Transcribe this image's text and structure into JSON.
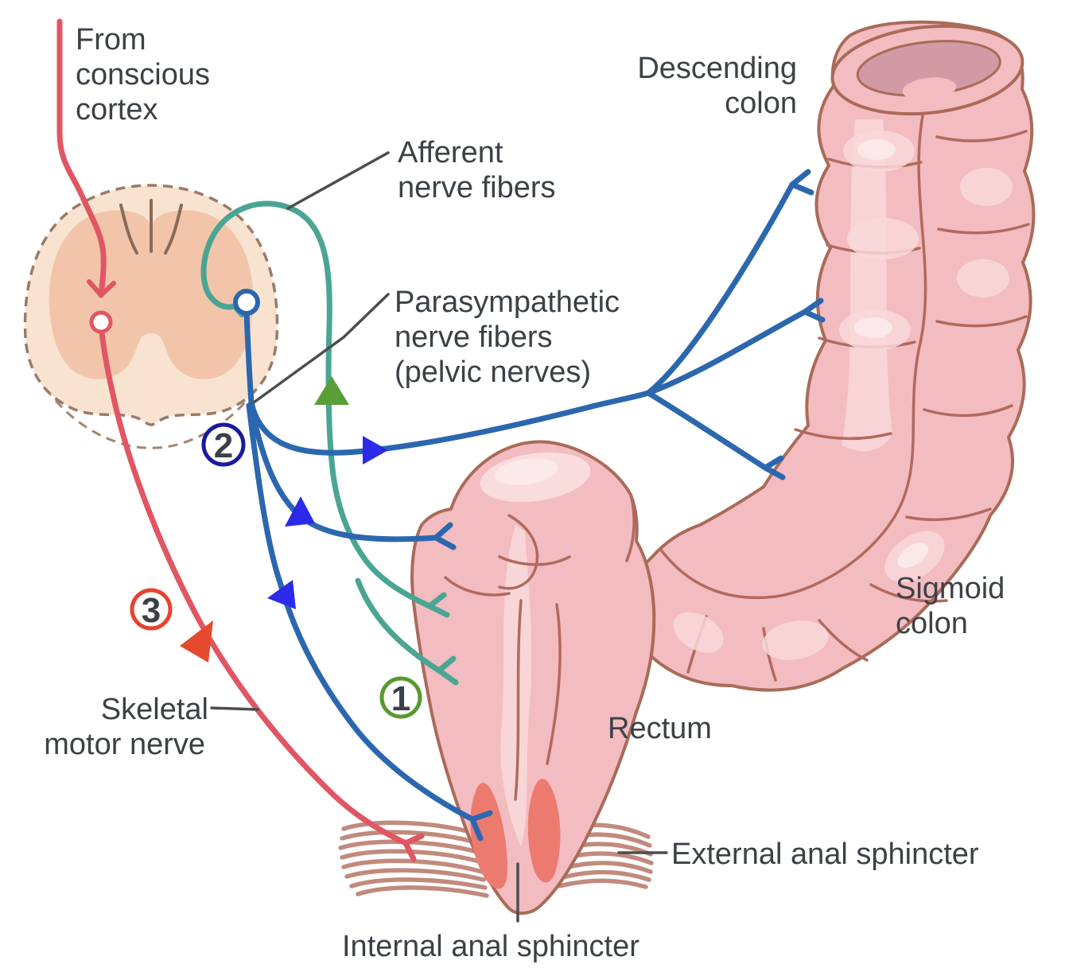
{
  "labels": {
    "from_conscious_cortex": {
      "line1": "From",
      "line2": "conscious",
      "line3": "cortex"
    },
    "afferent_nerve_fibers": {
      "line1": "Afferent",
      "line2": "nerve fibers"
    },
    "parasympathetic_nerve_fibers": {
      "line1": "Parasympathetic",
      "line2": "nerve fibers",
      "line3": "(pelvic nerves)"
    },
    "descending_colon": {
      "line1": "Descending",
      "line2": "colon"
    },
    "sigmoid_colon": {
      "line1": "Sigmoid",
      "line2": "colon"
    },
    "rectum": "Rectum",
    "skeletal_motor_nerve": {
      "line1": "Skeletal",
      "line2": "motor nerve"
    },
    "external_anal_sphincter": "External anal sphincter",
    "internal_anal_sphincter": "Internal anal sphincter"
  },
  "markers": {
    "step1": {
      "number": "1",
      "color": "#579a30"
    },
    "step2": {
      "number": "2",
      "color": "#191a9e"
    },
    "step3": {
      "number": "3",
      "color": "#e8432e"
    }
  },
  "colors": {
    "afferent_nerve": "#4aa593",
    "parasympathetic_nerve": "#2b67ae",
    "skeletal_motor_nerve": "#e15663",
    "arrow_blue": "#2a2ae8",
    "arrow_green": "#5a9e38",
    "arrow_red": "#e64a2e",
    "colon_fill": "#f3bcc0",
    "colon_outline": "#a96b58",
    "colon_lumen": "#d29aa4",
    "spinal_cord_fill": "#f8e3d1",
    "spinal_cord_gray_matter": "#f2c5aa",
    "internal_sphincter": "#ed7a6f",
    "external_sphincter": "#c18a7d",
    "label_text": "#3c4147",
    "leader_line": "#4d4d4d"
  }
}
